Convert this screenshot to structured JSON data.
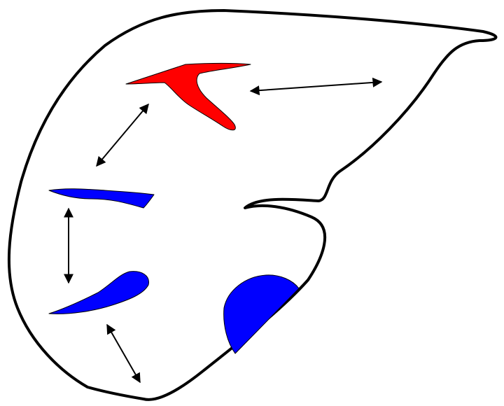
{
  "colors": {
    "background": "#ffffff",
    "outline": "#000000",
    "red_region": "#ff0000",
    "blue_region": "#0000ff",
    "arrow": "#000000"
  },
  "regions": [
    {
      "name": "red-boomerang-region",
      "color": "red"
    },
    {
      "name": "blue-upper-sliver-region",
      "color": "blue"
    },
    {
      "name": "blue-lower-sliver-region",
      "color": "blue"
    },
    {
      "name": "blue-bottom-right-lobe-region",
      "color": "blue"
    }
  ],
  "arrows": [
    {
      "name": "arrow-red-to-right",
      "double_headed": true
    },
    {
      "name": "arrow-red-to-upper-blue",
      "double_headed": true
    },
    {
      "name": "arrow-upper-blue-to-lower-blue",
      "double_headed": true
    },
    {
      "name": "arrow-lower-blue-to-bottom",
      "double_headed": true
    }
  ]
}
